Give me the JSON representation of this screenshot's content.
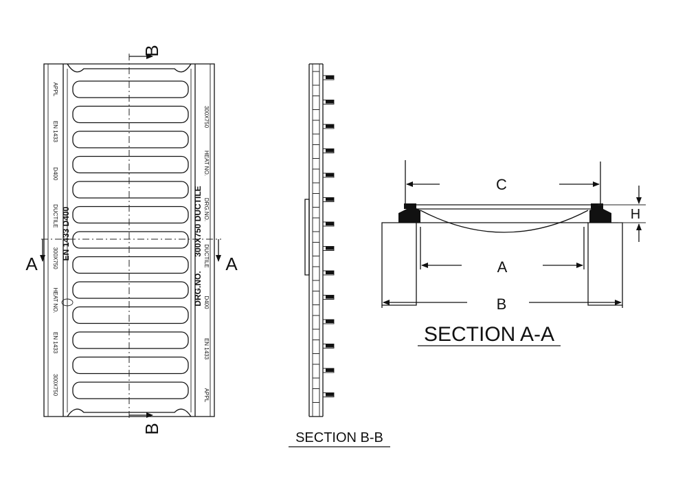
{
  "plan_view": {
    "section_marker_b": "B",
    "section_marker_a": "A",
    "center_text_left": "EN 1433 D400",
    "center_text_right_1": "300X750 DUCTILE",
    "center_text_right_2": "DRG.NO.",
    "frame_text_left": [
      "APPL",
      "EN 1433",
      "D400",
      "DUCTILE",
      "300X750",
      "HEAT NO.",
      "EN 1433",
      "300X750"
    ],
    "frame_text_right": [
      "300X750",
      "HEAT NO.",
      "DRG.NO.",
      "DUCTILE",
      "D400",
      "EN 1433",
      "APPL"
    ],
    "slot_count": 13
  },
  "section_bb": {
    "title": "SECTION B-B"
  },
  "section_aa": {
    "title": "SECTION A-A",
    "dim_c": "C",
    "dim_h": "H",
    "dim_a": "A",
    "dim_b": "B"
  }
}
